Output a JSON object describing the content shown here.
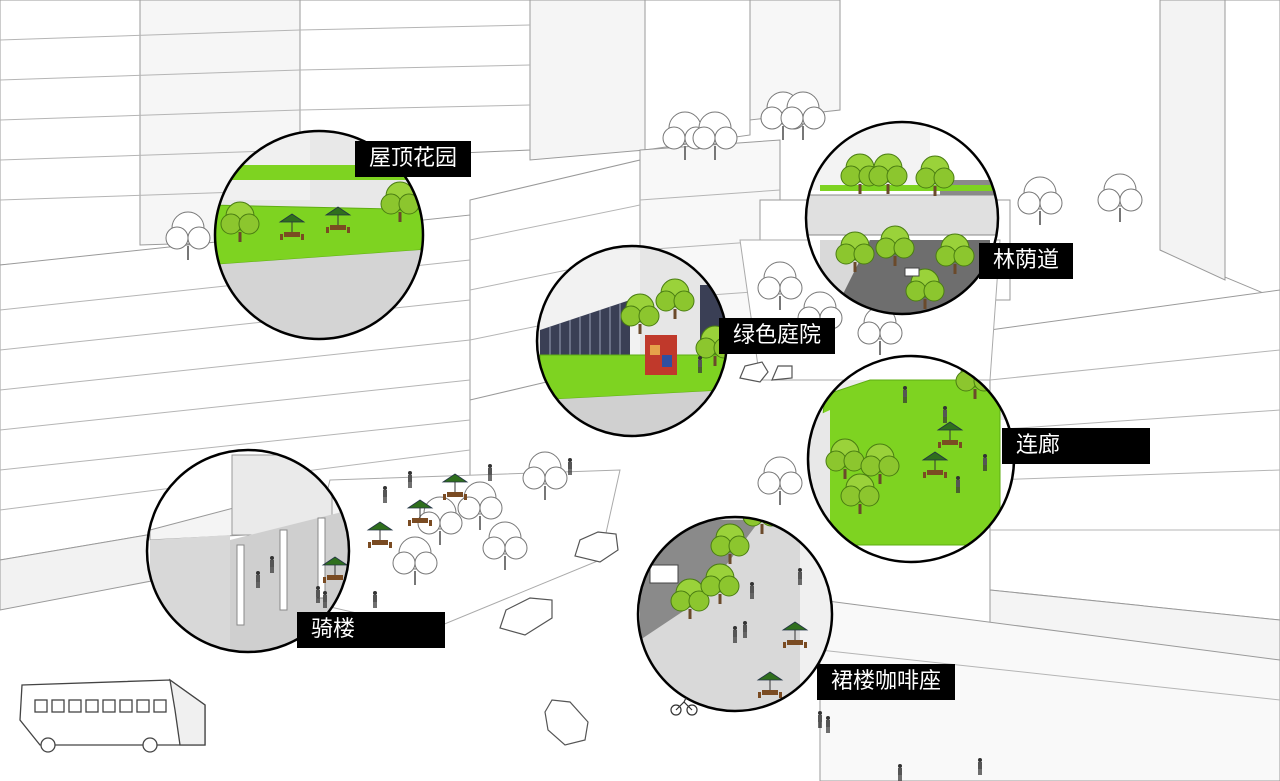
{
  "labels": {
    "rooftop_garden": "屋顶花园",
    "tree_lined_avenue": "林荫道",
    "green_courtyard": "绿色庭院",
    "corridor": "连廊",
    "arcade": "骑楼",
    "podium_cafe": "裙楼咖啡座"
  },
  "colors": {
    "lawn": "#7ed321",
    "lawn_dark": "#5fae12",
    "tree_green": "#9ad23a",
    "pavement": "#d9d9d9",
    "road": "#6e6e6e",
    "label_bg": "#000000",
    "label_text": "#ffffff",
    "line": "#555555"
  }
}
